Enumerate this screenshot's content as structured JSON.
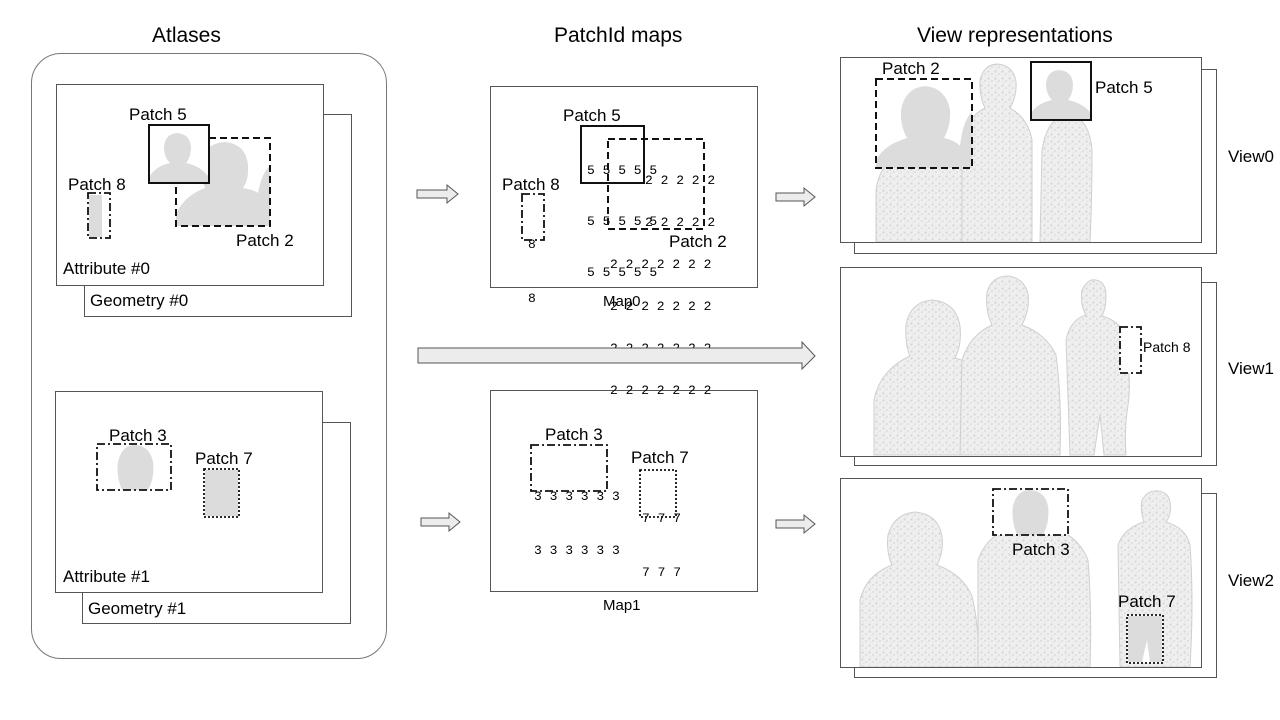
{
  "headings": {
    "atlases": "Atlases",
    "patchid_maps": "PatchId maps",
    "view_representations": "View representations"
  },
  "atlases": {
    "attribute0": "Attribute #0",
    "geometry0": "Geometry #0",
    "attribute1": "Attribute #1",
    "geometry1": "Geometry #1",
    "patch5": "Patch 5",
    "patch8": "Patch 8",
    "patch2": "Patch 2",
    "patch3": "Patch 3",
    "patch7": "Patch 7"
  },
  "maps": {
    "map0": "Map0",
    "map1": "Map1",
    "patch5": "Patch 5",
    "patch8": "Patch 8",
    "patch2": "Patch 2",
    "patch3": "Patch 3",
    "patch7": "Patch 7",
    "grid5": [
      "5 5 5 5 5",
      "5 5 5 5 5",
      "5 5 5 5 5"
    ],
    "grid2": [
      "2 2 2 2 2",
      "2 2 2 2 2",
      "2 2 2 2 2 2 2",
      "2 2 2 2 2 2 2",
      "2 2 2 2 2 2 2",
      "2 2 2 2 2 2 2"
    ],
    "grid8": [
      "8",
      "8"
    ],
    "grid3": [
      "3 3 3 3 3 3",
      "3 3 3 3 3 3"
    ],
    "grid7": [
      "7 7 7",
      "7 7 7"
    ]
  },
  "views": {
    "view0": "View0",
    "view1": "View1",
    "view2": "View2",
    "v0_patch2": "Patch 2",
    "v0_patch5": "Patch 5",
    "v1_patch8": "Patch 8",
    "v2_patch3": "Patch 3",
    "v2_patch7": "Patch 7"
  }
}
